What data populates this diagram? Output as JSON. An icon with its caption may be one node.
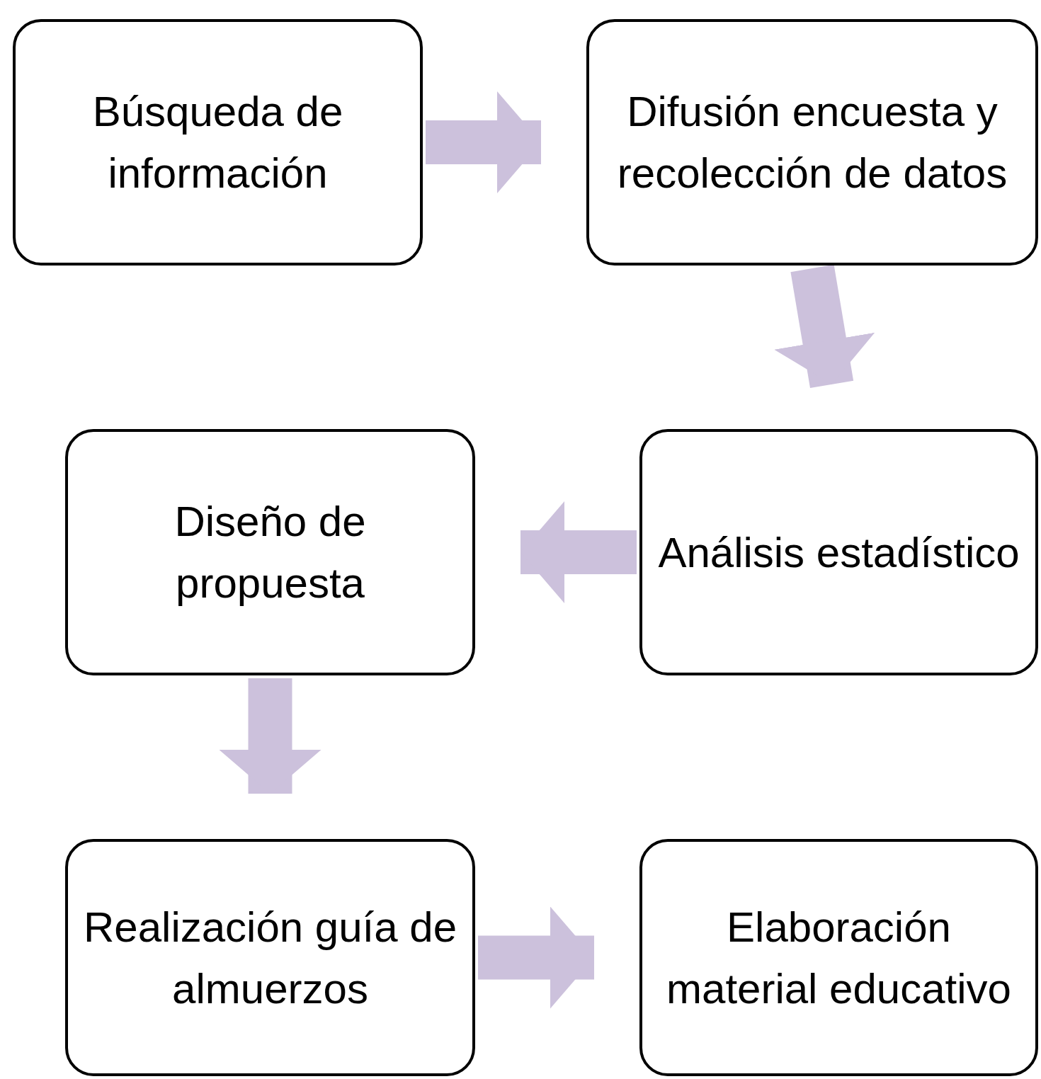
{
  "diagram": {
    "nodes": [
      {
        "text": [
          "Búsqueda de información"
        ]
      },
      {
        "text": [
          "Difusión encuesta y recolección de datos"
        ]
      },
      {
        "text": [
          "Análisis estadístico"
        ]
      },
      {
        "text": [
          "Diseño de propuesta"
        ]
      },
      {
        "text": [
          "Realización guía de almuerzos"
        ]
      },
      {
        "text": [
          "Elaboración material educativo"
        ]
      }
    ],
    "edges": [
      {
        "from": 0,
        "to": 1,
        "arrow": "to"
      },
      {
        "from": 1,
        "to": 2,
        "arrow": "to"
      },
      {
        "from": 2,
        "to": 3,
        "arrow": "to"
      },
      {
        "from": 3,
        "to": 4,
        "arrow": "to"
      },
      {
        "from": 4,
        "to": 5,
        "arrow": "to"
      }
    ]
  }
}
